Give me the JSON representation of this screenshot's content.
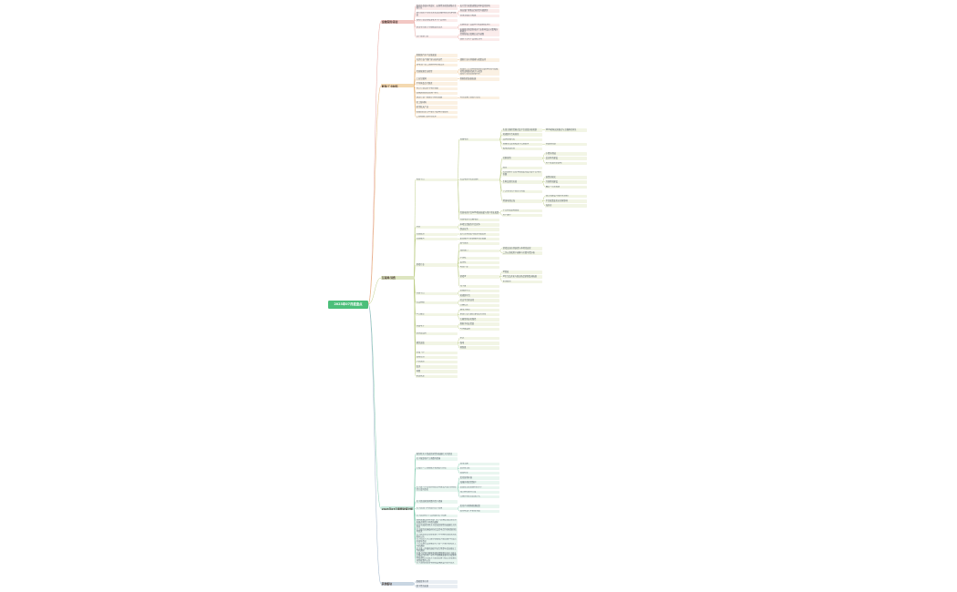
{
  "root": "2023年07月度盘点",
  "branches": [
    {
      "label": "金融保险/基金",
      "items": [
        {
          "label": "国内外金融市场变化、宏观经济政策调整对金融行业",
          "children": [
            "央行货币政策调整及利率变化影响"
          ]
        },
        {
          "label": "银行业数字化转型深化及金融科技应用落地推进",
          "children": [
            "商业银行零售业务转型升级趋势",
            "普惠金融业务拓展"
          ]
        },
        {
          "label": "保险行业监管政策收紧与产品创新",
          "children": []
        },
        {
          "label": "基金市场发行与规模变化情况",
          "children": [
            "公募基金产品结构与收益表现分析",
            "私募基金备案新规对行业影响及应对策略分析研究"
          ]
        },
        {
          "label": "资产管理行业",
          "children": [
            "资管新规过渡期后业务调整",
            "理财子公司产品创新方向"
          ]
        }
      ]
    },
    {
      "label": "能源/工业制造",
      "items": [
        {
          "label": "新能源汽车产业链发展",
          "children": []
        },
        {
          "label": "光伏行业产能扩张与技术迭代",
          "children": [
            "储能行业市场规模与政策支持"
          ]
        },
        {
          "label": "锂电池产业上游原材料价格走势",
          "children": []
        },
        {
          "label": "传统能源企业转型",
          "children": [
            "石油化工企业向新能源业务延伸布局与低碳转型战略路径研究与实践",
            "煤炭行业清洁高效利用"
          ]
        },
        {
          "label": "工业互联网",
          "children": [
            "智能制造装备发展"
          ]
        },
        {
          "label": "半导体及芯片制造",
          "children": []
        },
        {
          "label": "电力行业改革与电价调整",
          "children": []
        },
        {
          "label": "高端装备制造业国产替代",
          "children": []
        },
        {
          "label": "钢铁行业产能调控与绿色发展",
          "children": [
            "有色金属行业运行情况"
          ]
        },
        {
          "label": "化工新材料",
          "children": []
        },
        {
          "label": "航空航天产业",
          "children": []
        },
        {
          "label": "船舶制造业订单增长与结构升级态势",
          "children": []
        },
        {
          "label": "工程机械行业市场需求",
          "children": []
        }
      ]
    },
    {
      "label": "互联网/消费",
      "items": [
        {
          "label": "电商平台",
          "children": [
            {
              "label": "直播电商",
              "children": [
                {
                  "label": "头部主播带货模式及平台流量分配机制",
                  "children": [
                    "MCN机构运营模式与主播孵化体系"
                  ]
                },
                {
                  "label": "短视频平台电商化",
                  "children": []
                },
                {
                  "label": "品牌自播兴起",
                  "children": []
                },
                {
                  "label": "直播带货监管政策与合规要求",
                  "children": [
                    "消费者权益"
                  ]
                },
                {
                  "label": "私域流量运营",
                  "children": []
                }
              ]
            },
            {
              "label": "社交电商与社区团购",
              "children": [
                {
                  "label": "社群营销",
                  "children": [
                    "小程序商城",
                    "会员体系建设",
                    "用户裂变增长策略"
                  ]
                },
                {
                  "label": "团长",
                  "children": []
                },
                {
                  "label": "社区团购平台竞争格局变化及头部平台市场份额",
                  "children": []
                },
                {
                  "label": "生鲜品类供应链",
                  "children": [
                    "前置仓模式",
                    "冷链物流建设",
                    "最后一公里配送"
                  ]
                },
                {
                  "label": "下沉市场用户增长与消费",
                  "children": []
                },
                {
                  "label": "跨境电商出海",
                  "children": [
                    "独立站建设与海外营销推广",
                    "平台政策变化对卖家影响",
                    "海外仓"
                  ]
                }
              ]
            },
            {
              "label": "传统电商平台GMV增速放缓与用户增长瓶颈",
              "children": [
                "平台补贴策略调整",
                "用户留存"
              ]
            },
            {
              "label": "内容电商与兴趣电商",
              "children": []
            }
          ]
        },
        {
          "label": "外卖",
          "children": [
            "本地生活服务平台竞争",
            "到店业务"
          ]
        },
        {
          "label": "在线旅游",
          "children": [
            "出行需求恢复与旅游消费复苏"
          ]
        },
        {
          "label": "在线教育",
          "children": [
            "职业教育与素质教育转型发展"
          ]
        },
        {
          "label": "游戏行业",
          "children": [
            {
              "label": "版号发放",
              "children": []
            },
            {
              "label": "海外发行",
              "children": [
                "游戏出海市场选择与本地化运营",
                "二次元游戏用户画像与付费习惯分析"
              ]
            },
            {
              "label": "小游戏",
              "children": []
            },
            {
              "label": "云游戏",
              "children": []
            },
            {
              "label": "电竞产业",
              "children": []
            },
            {
              "label": "游戏IP",
              "children": [
                "IP授权",
                "IP衍生品开发与周边商品销售渠道拓展",
                "影游联动"
              ]
            },
            {
              "label": "元宇宙",
              "children": []
            }
          ]
        },
        {
          "label": "内容平台",
          "children": [
            "长视频平台",
            "短视频平台"
          ]
        },
        {
          "label": "社交网络",
          "children": [
            "社交平台商业化",
            "兴趣社区"
          ]
        },
        {
          "label": "AI大模型",
          "children": [
            "通用大模型",
            "垂直行业大模型落地应用场景",
            "大模型商业化路径"
          ]
        },
        {
          "label": "消费电子",
          "children": [
            "智能手机出货量",
            "可穿戴设备"
          ]
        },
        {
          "label": "新消费品牌",
          "children": []
        },
        {
          "label": "餐饮连锁",
          "children": [
            "茶饮",
            "咖啡",
            "预制菜"
          ]
        },
        {
          "label": "美妆个护",
          "children": []
        },
        {
          "label": "宠物经济",
          "children": []
        },
        {
          "label": "户外运动",
          "children": []
        },
        {
          "label": "医美",
          "children": []
        },
        {
          "label": "母婴",
          "children": []
        },
        {
          "label": "家居家装",
          "children": []
        }
      ]
    },
    {
      "label": "2023年07月重要政策法规",
      "items": [
        {
          "label": "国务院关于促进民营经济发展壮大的意见",
          "children": []
        },
        {
          "label": "关于恢复和扩大消费的措施",
          "children": []
        },
        {
          "label": "生成式人工智能服务管理暂行办法",
          "children": [
            "适用范围",
            "提供者责任",
            "监督检查"
          ]
        },
        {
          "label": "关于进一步优化外商投资环境加大吸引外商投资力度的意见",
          "children": [
            "优化营商环境",
            "加强外商投资保护",
            "提高投资运营便利化水平",
            "加大财税支持力度",
            "完善外商投资促进方式"
          ]
        },
        {
          "label": "关于促进家居消费的若干措施",
          "children": []
        },
        {
          "label": "关于促进汽车消费的若干措施",
          "children": [
            "优化汽车限购管理政策",
            "支持老旧汽车更新消费"
          ]
        },
        {
          "label": "关于促进电子产品消费的若干措施",
          "children": []
        },
        {
          "label": "国家发展改革委等部门关于实施促进民营经济发展近期若干举措的通知",
          "children": []
        },
        {
          "label": "中共中央国务院关于促进民营经济发展壮大的意见",
          "children": []
        },
        {
          "label": "关于规范实施政府和社会资本合作新机制的指导意见",
          "children": []
        },
        {
          "label": "关于延续和优化新能源汽车车辆购置税减免政策的公告",
          "children": []
        },
        {
          "label": "关于在超大特大城市积极稳步推进城中村改造的指导意见",
          "children": []
        },
        {
          "label": "人力资源社会保障部关于进一步做好稳就业工作的通知",
          "children": []
        },
        {
          "label": "关于进一步做好高校毕业生等青年就业创业工作的通知",
          "children": []
        },
        {
          "label": "中国人民银行国家金融监督管理总局关于延长金融支持房地产市场平稳健康发展有关政策期限的通知",
          "children": []
        },
        {
          "label": "财政部税务总局关于延续实施小微企业增值税减免政策的公告",
          "children": []
        },
        {
          "label": "关于加快推进充电基础设施建设的指导意见",
          "children": []
        }
      ]
    },
    {
      "label": "其他板块",
      "items": [
        {
          "label": "数据要素市场",
          "children": []
        },
        {
          "label": "数字经济发展",
          "children": []
        }
      ]
    }
  ]
}
